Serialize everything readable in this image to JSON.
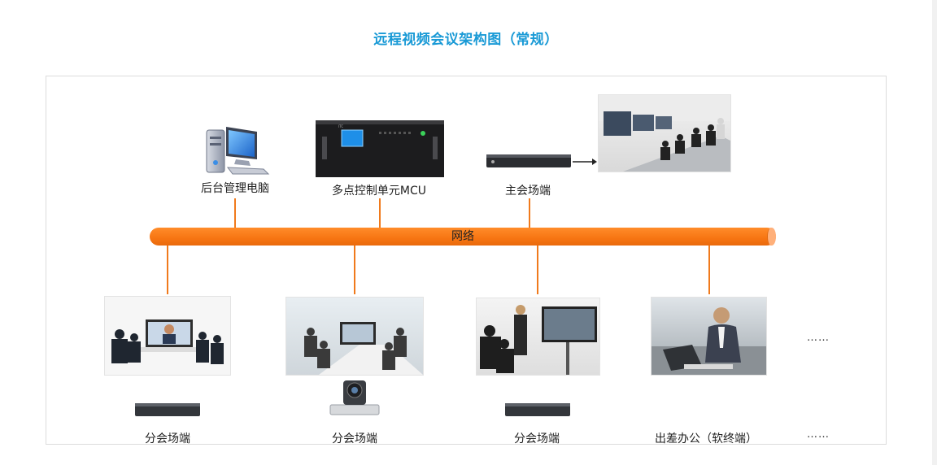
{
  "title": "远程视频会议架构图（常规）",
  "network_label": "网络",
  "top_nodes": {
    "admin_pc": "后台管理电脑",
    "mcu": "多点控制单元MCU",
    "main_site": "主会场端"
  },
  "bottom_nodes": [
    {
      "label": "分会场端"
    },
    {
      "label": "分会场端"
    },
    {
      "label": "分会场端"
    },
    {
      "label": "出差办公（软终端）"
    }
  ],
  "ellipsis": "……",
  "colors": {
    "title": "#1a9ad6",
    "bus": "#f77512",
    "connector": "#f07a1c"
  },
  "icons": [
    "desktop-computer-icon",
    "mcu-rack-icon",
    "terminal-box-icon",
    "ptz-camera-icon",
    "arrow-right-icon"
  ]
}
